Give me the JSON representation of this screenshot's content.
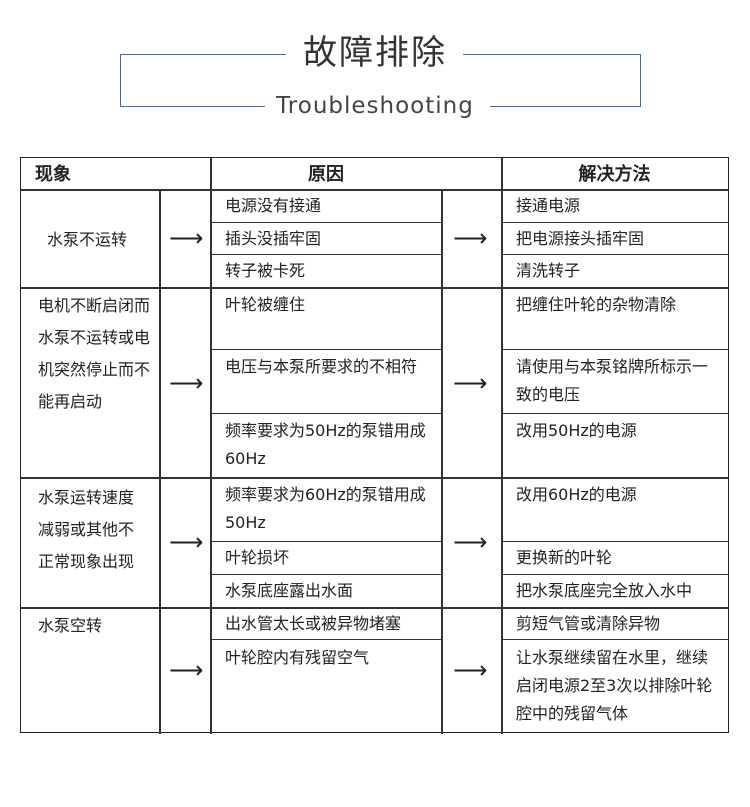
{
  "header": {
    "title": "故障排除",
    "subtitle": "Troubleshooting",
    "accent_color": "#3a6fb0"
  },
  "table": {
    "headers": [
      "现象",
      "原因",
      "解决方法"
    ],
    "arrow_icon": "right-arrow-icon",
    "groups": [
      {
        "phenomenon": "水泵不运转",
        "rows": [
          {
            "cause": "电源没有接通",
            "solution": "接通电源"
          },
          {
            "cause": "插头没插牢固",
            "solution": "把电源接头插牢固"
          },
          {
            "cause": "转子被卡死",
            "solution": "清洗转子"
          }
        ]
      },
      {
        "phenomenon": "电机不断启闭而水泵不运转或电机突然停止而不能再启动",
        "rows": [
          {
            "cause": "叶轮被缠住",
            "solution": "把缠住叶轮的杂物清除"
          },
          {
            "cause": "电压与本泵所要求的不相符",
            "solution": "请使用与本泵铭牌所标示一致的电压"
          },
          {
            "cause": "频率要求为50Hz的泵错用成60Hz",
            "solution": "改用50Hz的电源"
          }
        ]
      },
      {
        "phenomenon": "水泵运转速度减弱或其他不正常现象出现",
        "rows": [
          {
            "cause": "频率要求为60Hz的泵错用成50Hz",
            "solution": "改用60Hz的电源"
          },
          {
            "cause": "叶轮损坏",
            "solution": "更换新的叶轮"
          },
          {
            "cause": "水泵底座露出水面",
            "solution": "把水泵底座完全放入水中"
          }
        ]
      },
      {
        "phenomenon": "水泵空转",
        "rows": [
          {
            "cause": "出水管太长或被异物堵塞",
            "solution": "剪短气管或清除异物"
          },
          {
            "cause": "叶轮腔内有残留空气",
            "solution": "让水泵继续留在水里，继续启闭电源2至3次以排除叶轮腔中的残留气体"
          }
        ]
      }
    ]
  }
}
